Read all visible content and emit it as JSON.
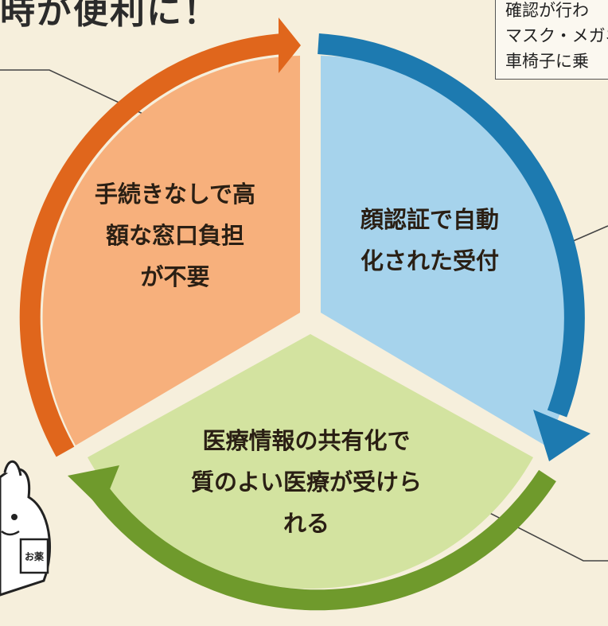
{
  "headline": "時が便利に！",
  "note_lines": [
    "確認が行わ",
    "マスク・メガネ",
    "車椅子に乗"
  ],
  "segments": {
    "orange": {
      "lines": [
        "手続きなしで高",
        "額な窓口負担",
        "が不要"
      ],
      "fill": "#f7b07c",
      "arrow": "#e0661c"
    },
    "blue": {
      "lines": [
        "顔認証で自動",
        "化された受付"
      ],
      "fill": "#a6d3ec",
      "arrow": "#1d7ab0"
    },
    "green": {
      "lines": [
        "医療情報の共有化で",
        "質のよい医療が受けら",
        "れる"
      ],
      "fill": "#d3e3a0",
      "arrow": "#6f9a2c"
    }
  },
  "mascot_badge": "お薬"
}
